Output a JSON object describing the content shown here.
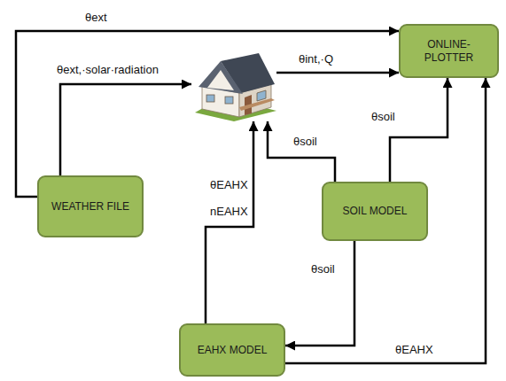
{
  "diagram": {
    "nodes": [
      {
        "text": [
          "ONLINE- PLOTTER"
        ]
      },
      {
        "text": [
          "WEATHER FILE"
        ]
      },
      {
        "text": [
          "SOIL MODEL"
        ]
      },
      {
        "text": [
          "EAHX MODEL"
        ]
      }
    ],
    "edges": [
      {
        "from": 1,
        "to": 0,
        "arrow": "to",
        "label": "θext"
      },
      {
        "from": 2,
        "to": 0,
        "arrow": "to",
        "label": "θsoil"
      },
      {
        "from": 2,
        "to": 3,
        "arrow": "to",
        "label": "θsoil"
      },
      {
        "from": 3,
        "to": 0,
        "arrow": "to",
        "label": "θEAHX"
      }
    ],
    "labels": [
      "θext,·solar·radiation",
      "θint,·Q",
      "θsoil",
      "θEAHX",
      "nEAHX"
    ]
  }
}
